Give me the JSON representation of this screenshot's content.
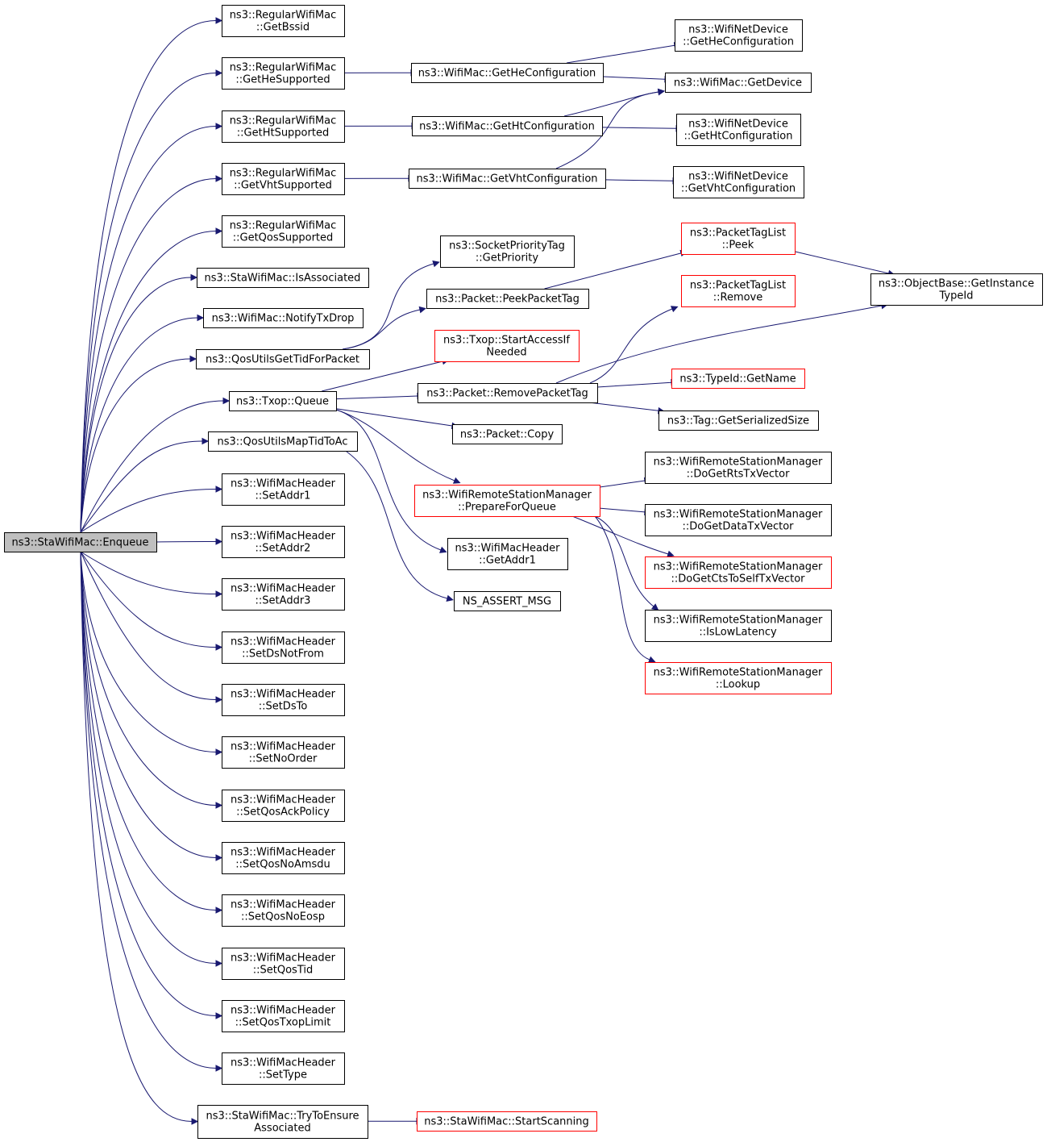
{
  "colors": {
    "edge": "#191970",
    "node_border": "#000000",
    "undocumented_border": "#ff0000",
    "root_fill": "#bfbfbf"
  },
  "nodes": [
    {
      "id": "root",
      "lines": [
        "ns3::StaWifiMac::Enqueue"
      ],
      "style": "root"
    },
    {
      "id": "getbssid",
      "lines": [
        "ns3::RegularWifiMac",
        "::GetBssid"
      ]
    },
    {
      "id": "gethesup",
      "lines": [
        "ns3::RegularWifiMac",
        "::GetHeSupported"
      ]
    },
    {
      "id": "gethtsup",
      "lines": [
        "ns3::RegularWifiMac",
        "::GetHtSupported"
      ]
    },
    {
      "id": "getvhtsup",
      "lines": [
        "ns3::RegularWifiMac",
        "::GetVhtSupported"
      ]
    },
    {
      "id": "getqossup",
      "lines": [
        "ns3::RegularWifiMac",
        "::GetQosSupported"
      ]
    },
    {
      "id": "isassoc",
      "lines": [
        "ns3::StaWifiMac::IsAssociated"
      ]
    },
    {
      "id": "notifytxdrop",
      "lines": [
        "ns3::WifiMac::NotifyTxDrop"
      ]
    },
    {
      "id": "qosgettid",
      "lines": [
        "ns3::QosUtilsGetTidForPacket"
      ]
    },
    {
      "id": "txopqueue",
      "lines": [
        "ns3::Txop::Queue"
      ]
    },
    {
      "id": "qosmaptid",
      "lines": [
        "ns3::QosUtilsMapTidToAc"
      ]
    },
    {
      "id": "setaddr1",
      "lines": [
        "ns3::WifiMacHeader",
        "::SetAddr1"
      ]
    },
    {
      "id": "setaddr2",
      "lines": [
        "ns3::WifiMacHeader",
        "::SetAddr2"
      ]
    },
    {
      "id": "setaddr3",
      "lines": [
        "ns3::WifiMacHeader",
        "::SetAddr3"
      ]
    },
    {
      "id": "setdsnotfrom",
      "lines": [
        "ns3::WifiMacHeader",
        "::SetDsNotFrom"
      ]
    },
    {
      "id": "setdsto",
      "lines": [
        "ns3::WifiMacHeader",
        "::SetDsTo"
      ]
    },
    {
      "id": "setnoorder",
      "lines": [
        "ns3::WifiMacHeader",
        "::SetNoOrder"
      ]
    },
    {
      "id": "setqosack",
      "lines": [
        "ns3::WifiMacHeader",
        "::SetQosAckPolicy"
      ]
    },
    {
      "id": "setqosnoamsdu",
      "lines": [
        "ns3::WifiMacHeader",
        "::SetQosNoAmsdu"
      ]
    },
    {
      "id": "setqosnoeosp",
      "lines": [
        "ns3::WifiMacHeader",
        "::SetQosNoEosp"
      ]
    },
    {
      "id": "setqostid",
      "lines": [
        "ns3::WifiMacHeader",
        "::SetQosTid"
      ]
    },
    {
      "id": "setqostxop",
      "lines": [
        "ns3::WifiMacHeader",
        "::SetQosTxopLimit"
      ]
    },
    {
      "id": "settype",
      "lines": [
        "ns3::WifiMacHeader",
        "::SetType"
      ]
    },
    {
      "id": "trytoensure",
      "lines": [
        "ns3::StaWifiMac::TryToEnsure",
        "Associated"
      ]
    },
    {
      "id": "wm_gethecfg",
      "lines": [
        "ns3::WifiMac::GetHeConfiguration"
      ]
    },
    {
      "id": "wm_gethtcfg",
      "lines": [
        "ns3::WifiMac::GetHtConfiguration"
      ]
    },
    {
      "id": "wm_getvhtcfg",
      "lines": [
        "ns3::WifiMac::GetVhtConfiguration"
      ]
    },
    {
      "id": "wnd_gethecfg",
      "lines": [
        "ns3::WifiNetDevice",
        "::GetHeConfiguration"
      ]
    },
    {
      "id": "wm_getdevice",
      "lines": [
        "ns3::WifiMac::GetDevice"
      ]
    },
    {
      "id": "wnd_gethtcfg",
      "lines": [
        "ns3::WifiNetDevice",
        "::GetHtConfiguration"
      ]
    },
    {
      "id": "wnd_getvhtcfg",
      "lines": [
        "ns3::WifiNetDevice",
        "::GetVhtConfiguration"
      ]
    },
    {
      "id": "sockprio",
      "lines": [
        "ns3::SocketPriorityTag",
        "::GetPriority"
      ]
    },
    {
      "id": "peektag",
      "lines": [
        "ns3::Packet::PeekPacketTag"
      ]
    },
    {
      "id": "startaccess",
      "lines": [
        "ns3::Txop::StartAccessIf",
        "Needed"
      ],
      "style": "red"
    },
    {
      "id": "removetag",
      "lines": [
        "ns3::Packet::RemovePacketTag"
      ]
    },
    {
      "id": "pktcopy",
      "lines": [
        "ns3::Packet::Copy"
      ]
    },
    {
      "id": "prepqueue",
      "lines": [
        "ns3::WifiRemoteStationManager",
        "::PrepareForQueue"
      ],
      "style": "red"
    },
    {
      "id": "getaddr1",
      "lines": [
        "ns3::WifiMacHeader",
        "::GetAddr1"
      ]
    },
    {
      "id": "nsassert",
      "lines": [
        "NS_ASSERT_MSG"
      ]
    },
    {
      "id": "startscan",
      "lines": [
        "ns3::StaWifiMac::StartScanning"
      ],
      "style": "red"
    },
    {
      "id": "ptl_peek",
      "lines": [
        "ns3::PacketTagList",
        "::Peek"
      ],
      "style": "red"
    },
    {
      "id": "ptl_remove",
      "lines": [
        "ns3::PacketTagList",
        "::Remove"
      ],
      "style": "red"
    },
    {
      "id": "gettypeid",
      "lines": [
        "ns3::ObjectBase::GetInstance",
        "TypeId"
      ]
    },
    {
      "id": "typeid_getname",
      "lines": [
        "ns3::TypeId::GetName"
      ],
      "style": "red"
    },
    {
      "id": "tag_getsize",
      "lines": [
        "ns3::Tag::GetSerializedSize"
      ]
    },
    {
      "id": "dortstx",
      "lines": [
        "ns3::WifiRemoteStationManager",
        "::DoGetRtsTxVector"
      ]
    },
    {
      "id": "dodatatx",
      "lines": [
        "ns3::WifiRemoteStationManager",
        "::DoGetDataTxVector"
      ]
    },
    {
      "id": "doctstx",
      "lines": [
        "ns3::WifiRemoteStationManager",
        "::DoGetCtsToSelfTxVector"
      ],
      "style": "red"
    },
    {
      "id": "islowlat",
      "lines": [
        "ns3::WifiRemoteStationManager",
        "::IsLowLatency"
      ]
    },
    {
      "id": "lookup",
      "lines": [
        "ns3::WifiRemoteStationManager",
        "::Lookup"
      ],
      "style": "red"
    }
  ],
  "edges": [
    [
      "root",
      "getbssid"
    ],
    [
      "root",
      "gethesup"
    ],
    [
      "root",
      "gethtsup"
    ],
    [
      "root",
      "getvhtsup"
    ],
    [
      "root",
      "getqossup"
    ],
    [
      "root",
      "isassoc"
    ],
    [
      "root",
      "notifytxdrop"
    ],
    [
      "root",
      "qosgettid"
    ],
    [
      "root",
      "txopqueue"
    ],
    [
      "root",
      "qosmaptid"
    ],
    [
      "root",
      "setaddr1"
    ],
    [
      "root",
      "setaddr2"
    ],
    [
      "root",
      "setaddr3"
    ],
    [
      "root",
      "setdsnotfrom"
    ],
    [
      "root",
      "setdsto"
    ],
    [
      "root",
      "setnoorder"
    ],
    [
      "root",
      "setqosack"
    ],
    [
      "root",
      "setqosnoamsdu"
    ],
    [
      "root",
      "setqosnoeosp"
    ],
    [
      "root",
      "setqostid"
    ],
    [
      "root",
      "setqostxop"
    ],
    [
      "root",
      "settype"
    ],
    [
      "root",
      "trytoensure"
    ],
    [
      "gethesup",
      "wm_gethecfg"
    ],
    [
      "gethtsup",
      "wm_gethtcfg"
    ],
    [
      "getvhtsup",
      "wm_getvhtcfg"
    ],
    [
      "wm_gethecfg",
      "wnd_gethecfg"
    ],
    [
      "wm_gethecfg",
      "wm_getdevice"
    ],
    [
      "wm_gethtcfg",
      "wm_getdevice"
    ],
    [
      "wm_gethtcfg",
      "wnd_gethtcfg"
    ],
    [
      "wm_getvhtcfg",
      "wm_getdevice"
    ],
    [
      "wm_getvhtcfg",
      "wnd_getvhtcfg"
    ],
    [
      "qosgettid",
      "sockprio"
    ],
    [
      "qosgettid",
      "peektag"
    ],
    [
      "txopqueue",
      "startaccess"
    ],
    [
      "txopqueue",
      "removetag"
    ],
    [
      "txopqueue",
      "pktcopy"
    ],
    [
      "txopqueue",
      "prepqueue"
    ],
    [
      "txopqueue",
      "getaddr1"
    ],
    [
      "qosmaptid",
      "nsassert"
    ],
    [
      "peektag",
      "ptl_peek"
    ],
    [
      "ptl_peek",
      "gettypeid"
    ],
    [
      "removetag",
      "ptl_remove"
    ],
    [
      "removetag",
      "gettypeid"
    ],
    [
      "removetag",
      "typeid_getname"
    ],
    [
      "removetag",
      "tag_getsize"
    ],
    [
      "prepqueue",
      "dortstx"
    ],
    [
      "prepqueue",
      "dodatatx"
    ],
    [
      "prepqueue",
      "doctstx"
    ],
    [
      "prepqueue",
      "islowlat"
    ],
    [
      "prepqueue",
      "lookup"
    ],
    [
      "trytoensure",
      "startscan"
    ]
  ]
}
